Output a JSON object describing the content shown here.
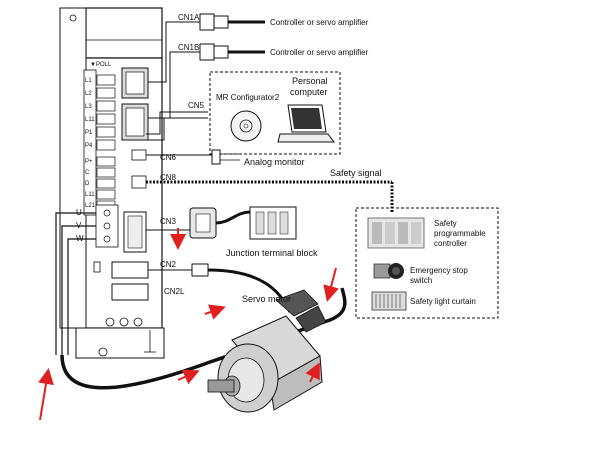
{
  "servo_amp": {
    "poll_label": "▼POLL",
    "terminals_top": [
      "L1",
      "L2",
      "L3",
      "L11",
      "P1",
      "P4"
    ],
    "terminals_mid": [
      "P+",
      "C",
      "D",
      "L11",
      "L21"
    ],
    "terminals_uvw": [
      "U",
      "V",
      "W"
    ]
  },
  "connectors": {
    "cn1a": "CN1A",
    "cn1b": "CN1B",
    "cn5": "CN5",
    "cn6": "CN6",
    "cn8": "CN8",
    "cn3": "CN3",
    "cn2": "CN2",
    "cn2l": "CN2L"
  },
  "labels": {
    "controller_1": "Controller or servo amplifier",
    "controller_2": "Controller or servo amplifier",
    "personal_computer_line1": "Personal",
    "personal_computer_line2": "computer",
    "mr_configurator": "MR Configurator2",
    "analog_monitor": "Analog monitor",
    "safety_signal": "Safety signal",
    "safety_plc_line1": "Safety",
    "safety_plc_line2": "programmable",
    "safety_plc_line3": "controller",
    "estop_line1": "Emergency stop",
    "estop_line2": "switch",
    "light_curtain": "Safety light curtain",
    "junction_block": "Junction terminal block",
    "servo_motor": "Servo motor"
  },
  "colors": {
    "arrow": "#e01f1f",
    "line": "#111111",
    "panel": "#f2f2f2"
  }
}
